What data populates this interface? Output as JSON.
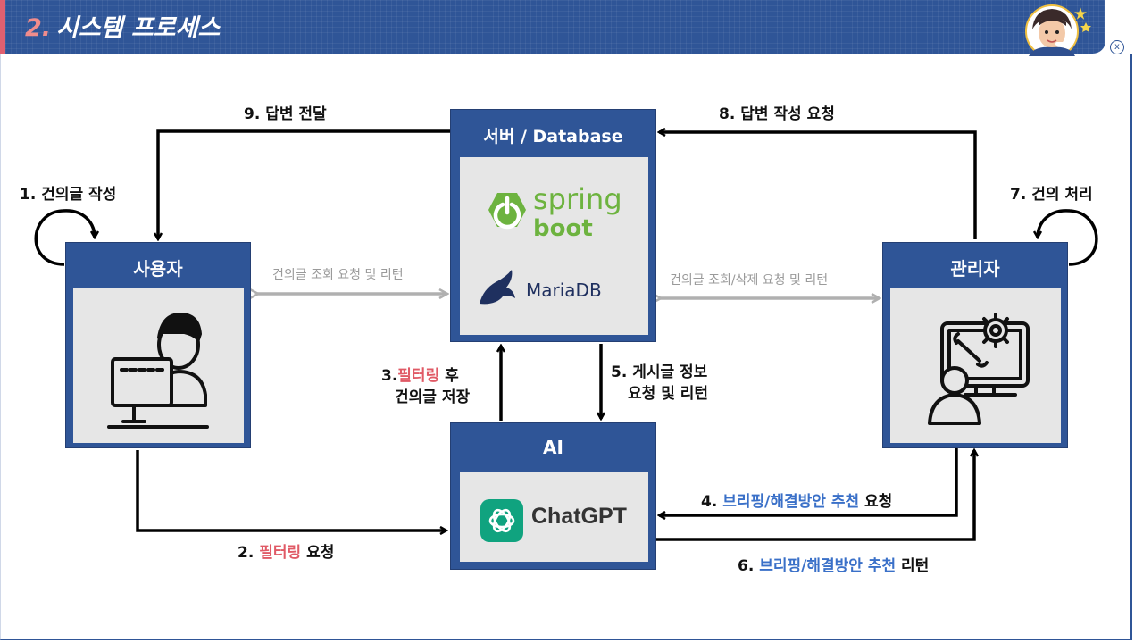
{
  "header": {
    "title_number": "2.",
    "title_text": "시스템 프로세스",
    "close_label": "x"
  },
  "nodes": {
    "user": {
      "title": "사용자",
      "icon": "user-at-computer-icon"
    },
    "server": {
      "title": "서버 / Database",
      "logos": [
        "spring-boot-logo",
        "mariadb-logo"
      ],
      "spring_word1": "spring",
      "spring_word2": "boot",
      "mariadb_text": "MariaDB"
    },
    "admin": {
      "title": "관리자",
      "icon": "admin-with-settings-monitor-icon"
    },
    "ai": {
      "title": "AI",
      "product": "ChatGPT",
      "logo": "openai-logo"
    }
  },
  "flows": {
    "step1": "1. 건의글 작성",
    "step2_num": "2.",
    "step2_highlight": "필터링",
    "step2_rest": "요청",
    "step3_num": "3.",
    "step3_highlight": "필터링",
    "step3_rest": "후",
    "step3_line2": "건의글 저장",
    "step4_num": "4.",
    "step4_highlight": "브리핑/해결방안 추천",
    "step4_rest": "요청",
    "step5_line1": "5. 게시글 정보",
    "step5_line2": "요청 및 리턴",
    "step6_num": "6.",
    "step6_highlight": "브리핑/해결방안 추천",
    "step6_rest": "리턴",
    "step7": "7. 건의 처리",
    "step8": "8. 답변 작성 요청",
    "step9": "9. 답변 전달",
    "user_server": "건의글 조회 요청 및 리턴",
    "admin_server": "건의글 조회/삭제 요청 및 리턴"
  },
  "colors": {
    "node_blue": "#2f5597",
    "highlight_red": "#e05a66",
    "highlight_blue": "#3a70c8",
    "spring_green": "#6db33f",
    "mariadb_navy": "#1f305f",
    "openai_green": "#10a37f"
  }
}
